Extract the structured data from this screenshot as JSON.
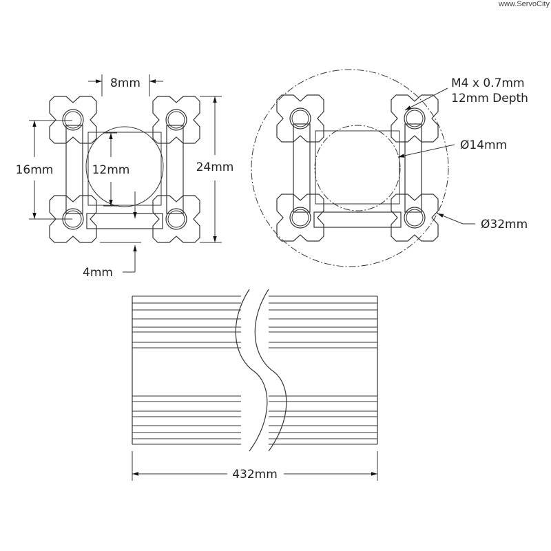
{
  "watermark": "www.ServoCity",
  "front_view": {
    "dim_top": "8mm",
    "dim_left": "16mm",
    "dim_center": "12mm",
    "dim_right": "24mm",
    "dim_bottom": "4mm"
  },
  "end_view": {
    "thread_callout_line1": "M4 x 0.7mm",
    "thread_callout_line2": "12mm Depth",
    "bore_diameter": "Ø14mm",
    "outer_diameter": "Ø32mm"
  },
  "side_view": {
    "length": "432mm"
  }
}
